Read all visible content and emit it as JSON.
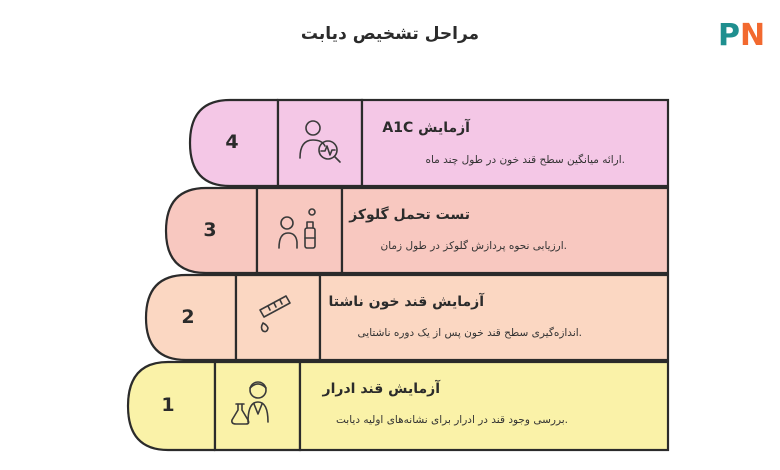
{
  "title": "مراحل تشخیص دیابت",
  "logo": {
    "left": "P",
    "right": "N"
  },
  "steps": [
    {
      "number": "4",
      "title": "آزمایش A1C",
      "description": ".ارائه میانگین سطح قند خون در طول چند ماه",
      "icon": "person-chart-icon",
      "color": "#f4c7e6"
    },
    {
      "number": "3",
      "title": "تست تحمل گلوکز",
      "description": ".ارزیابی نحوه پردازش گلوکز در طول زمان",
      "icon": "person-bottle-icon",
      "color": "#f8c8c0"
    },
    {
      "number": "2",
      "title": "آزمایش قند خون ناشتا",
      "description": ".اندازه‌گیری سطح قند خون پس از یک دوره ناشتایی",
      "icon": "test-tube-icon",
      "color": "#fbd7c2"
    },
    {
      "number": "1",
      "title": "آزمایش قند ادرار",
      "description": ".بررسی وجود قند در ادرار برای نشانه‌های اولیه دیابت",
      "icon": "scientist-icon",
      "color": "#faf2a8"
    }
  ]
}
